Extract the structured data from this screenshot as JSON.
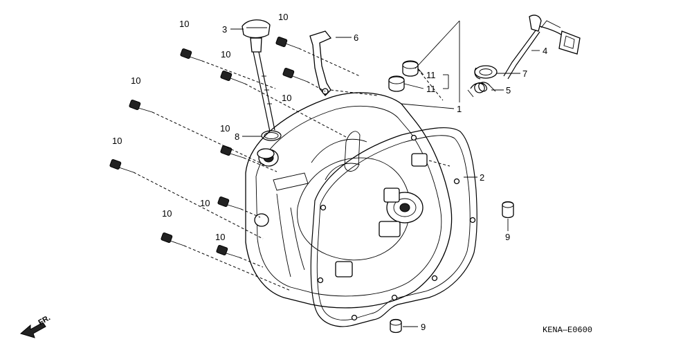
{
  "callouts": {
    "c1": "1",
    "c2": "2",
    "c3": "3",
    "c4": "4",
    "c5": "5",
    "c6": "6",
    "c7": "7",
    "c8": "8",
    "c9a": "9",
    "c9b": "9",
    "c10a": "10",
    "c10b": "10",
    "c10c": "10",
    "c10d": "10",
    "c10e": "10",
    "c10f": "10",
    "c10g": "10",
    "c10h": "10",
    "c10i": "10",
    "c10j": "10",
    "c11a": "11",
    "c11b": "11"
  },
  "diagram_code": "KENA—E0600",
  "front_indicator": "FR."
}
